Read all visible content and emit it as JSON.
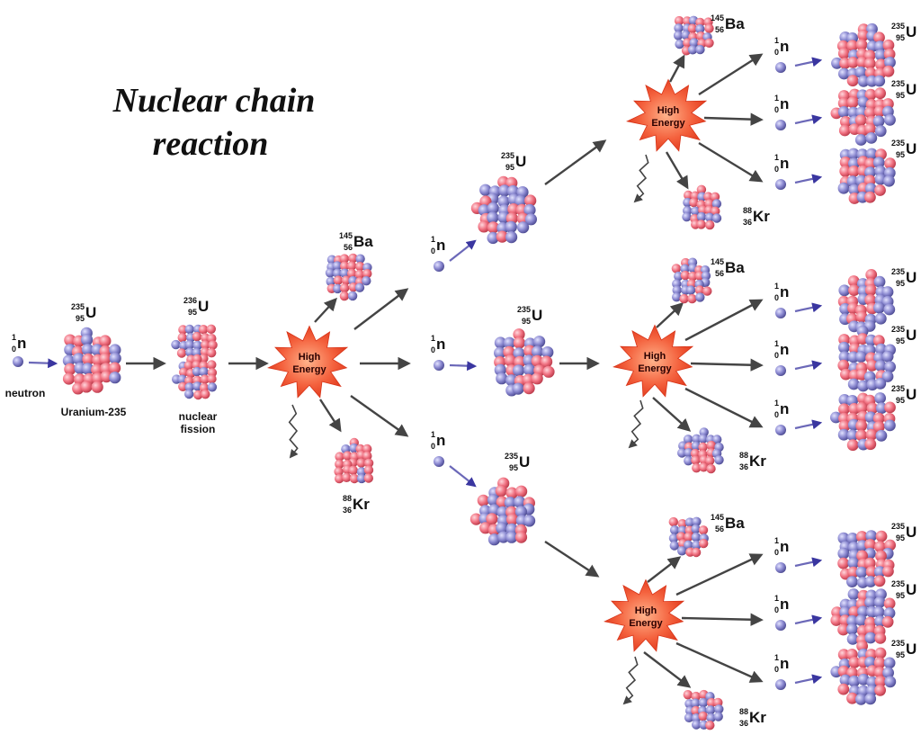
{
  "title_line1": "Nuclear chain",
  "title_line2": "reaction",
  "labels": {
    "neutron": "neutron",
    "uranium": "Uranium-235",
    "fission_line1": "nuclear",
    "fission_line2": "fission"
  },
  "isotopes": {
    "neutron": {
      "symbol": "n",
      "mass": "1",
      "atomic": "0"
    },
    "u235": {
      "symbol": "U",
      "mass": "235",
      "atomic": "95"
    },
    "u236": {
      "symbol": "U",
      "mass": "236",
      "atomic": "95"
    },
    "ba145": {
      "symbol": "Ba",
      "mass": "145",
      "atomic": "56"
    },
    "kr88": {
      "symbol": "Kr",
      "mass": "88",
      "atomic": "36"
    }
  },
  "burst_text": [
    "High",
    "Energy"
  ],
  "colors": {
    "proton": "#f07080",
    "neutron_particle": "#8a88d0",
    "burst_outer": "#f04a28",
    "burst_inner": "#ff9a70",
    "arrow": "#444444"
  }
}
